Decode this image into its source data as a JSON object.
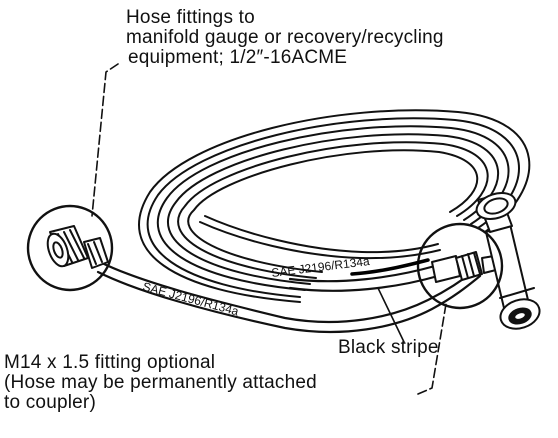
{
  "labels": {
    "fittings": [
      "Hose fittings to",
      "manifold gauge or recovery/recycling",
      "equipment; 1/2″-16ACME"
    ],
    "optional_fitting": [
      "M14 x 1.5 fitting optional",
      "(Hose may be permanently attached",
      "to coupler)"
    ],
    "stripe": "Black stripe",
    "hose_marking_front": "SAE J2196/R134a",
    "hose_marking_back": "SAE J2196/R134a"
  }
}
